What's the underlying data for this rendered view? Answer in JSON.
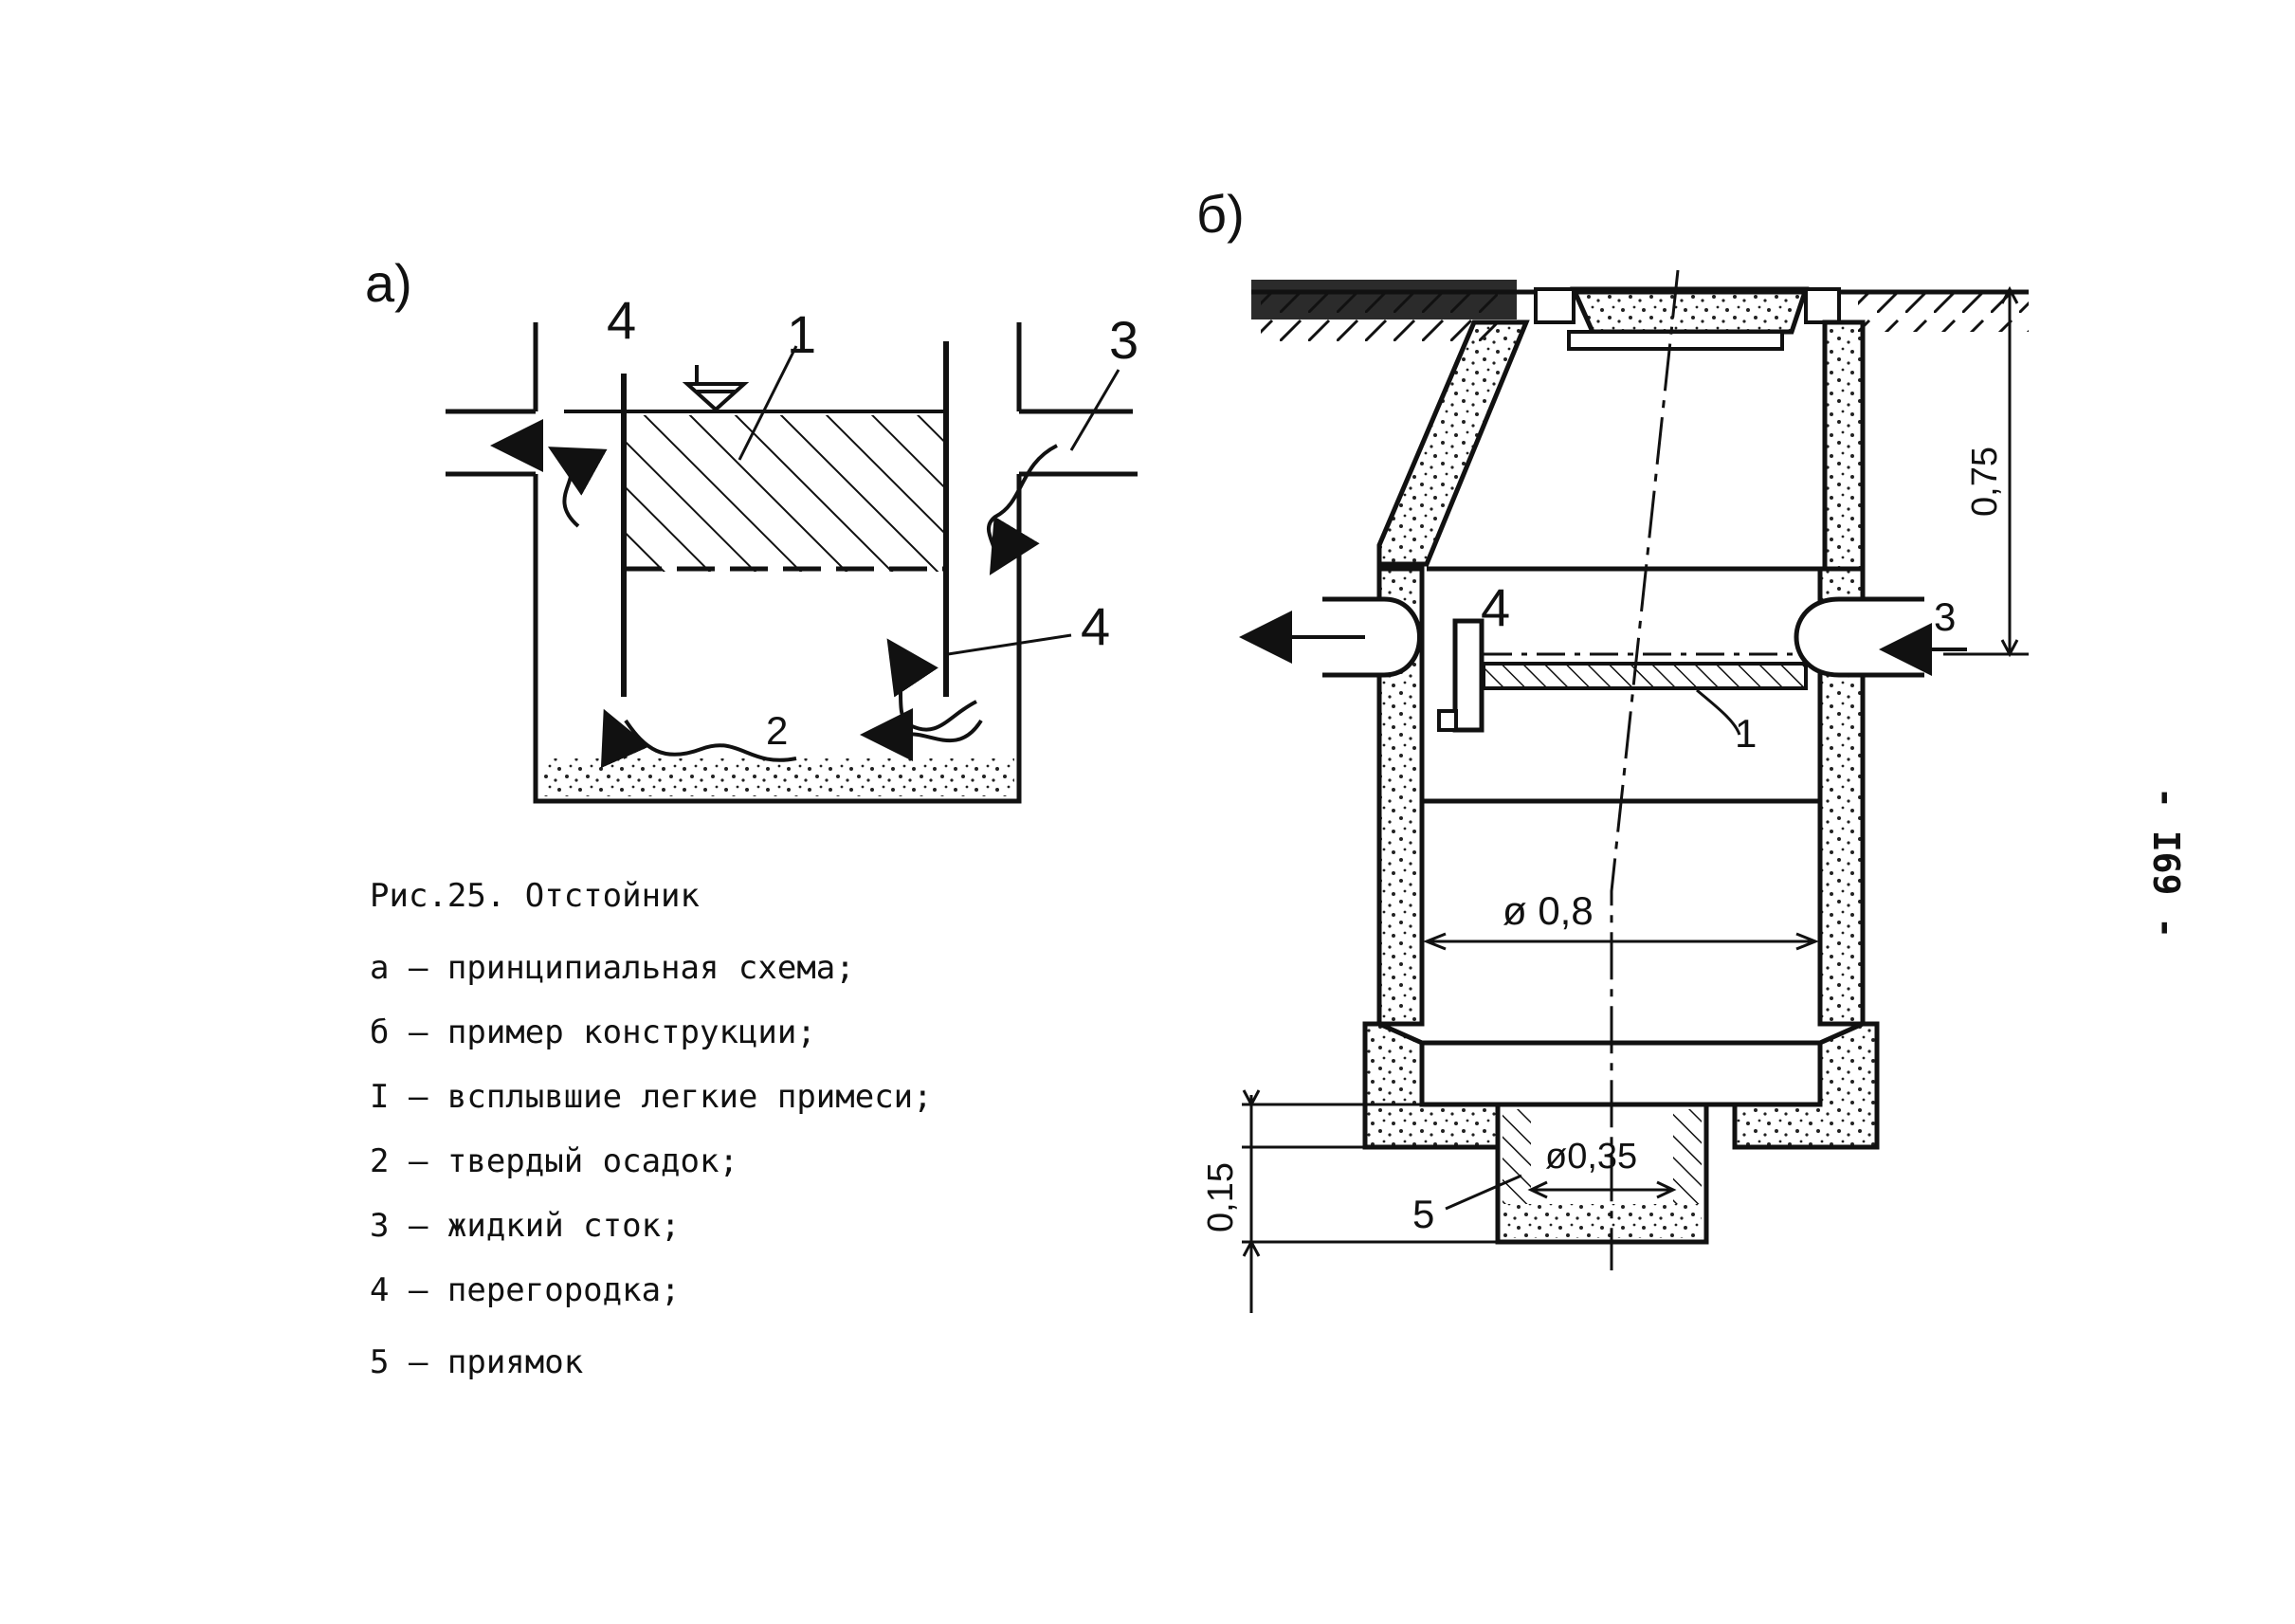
{
  "diagram": {
    "panel_a_label": "а)",
    "panel_b_label": "б)",
    "callouts_a": {
      "c1": "1",
      "c2": "2",
      "c3": "3",
      "c4_left": "4",
      "c4_right": "4"
    },
    "callouts_b": {
      "c1": "1",
      "c3": "3",
      "c4": "4",
      "c5": "5"
    },
    "dimensions": {
      "height_top": "0,75",
      "diameter_main": "ø 0,8",
      "diameter_sump": "ø0,35",
      "height_sump": "0,15"
    }
  },
  "caption": {
    "title": "Рис.25. Отстойник",
    "items": [
      "а – принципиальная схема;",
      "б – пример конструкции;",
      "I – всплывшие легкие примеси;",
      "2 – твердый осадок;",
      "3 – жидкий сток;",
      "4 – перегородка;",
      "5 – приямок"
    ]
  },
  "page_number": "- I69 -"
}
